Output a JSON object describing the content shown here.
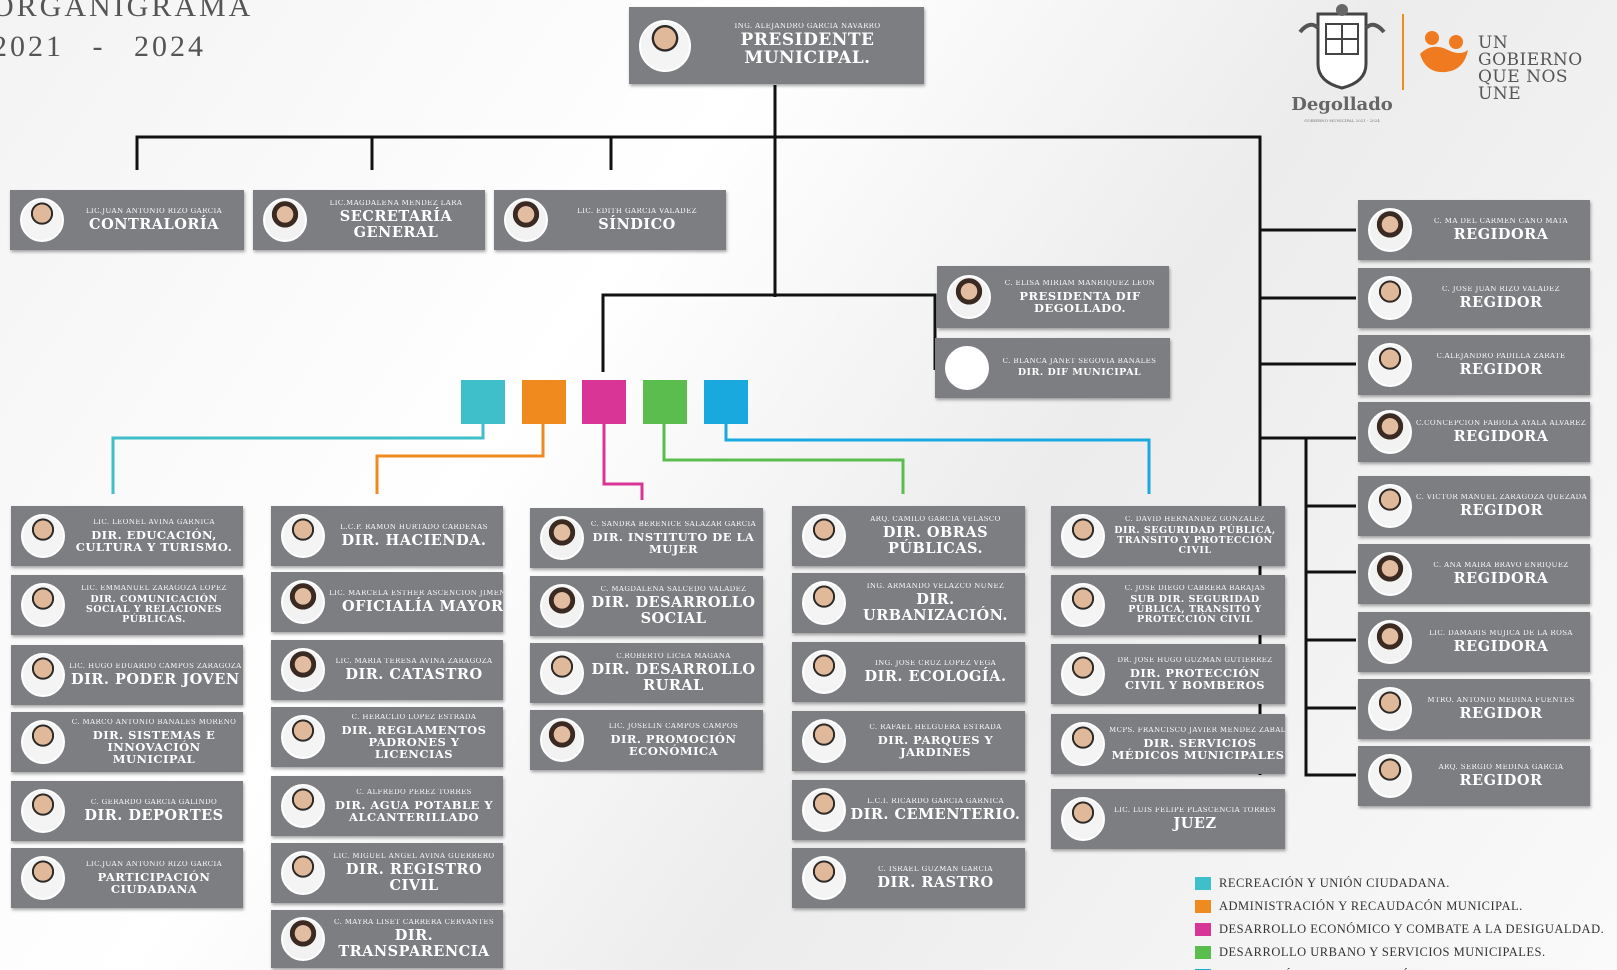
{
  "header": {
    "title": "ORGANIGRAMA",
    "years": "2021 - 2024"
  },
  "branding": {
    "municipality": "Degollado",
    "seal_subtext": "GOBIERNO MUNICIPAL 2021 - 2024",
    "slogan_line1": "UN GOBIERNO",
    "slogan_line2": "QUE NOS UNE"
  },
  "colors": {
    "card": "#7c7e82",
    "line": "#111111",
    "teal": "#3fbfc9",
    "orange": "#ef8a1f",
    "magenta": "#d93596",
    "green": "#5bbd4e",
    "blue": "#1aa9df"
  },
  "president": {
    "name": "ING. ALEJANDRO GARCÍA NAVARRO",
    "role": "PRESIDENTE MUNICIPAL."
  },
  "top_row": [
    {
      "name": "LIC.JUAN ANTONIO RIZO GARCIA",
      "role": "CONTRALORÍA"
    },
    {
      "name": "LIC.MAGDALENA MÉNDEZ LARA",
      "role": "SECRETARÍA GENERAL"
    },
    {
      "name": "LIC. EDITH GARCÍA VALADEZ",
      "role": "SÍNDICO"
    }
  ],
  "dif": [
    {
      "name": "C. ELISA MIRIAM MANRIQUEZ LEÓN",
      "role": "PRESIDENTA DIF DEGOLLADO."
    },
    {
      "name": "C. BLANCA JANET SEGOVIA BAÑALES",
      "role": "DIR. DIF MUNICIPAL"
    }
  ],
  "regidores": [
    {
      "name": "C. MA DEL CARMEN CANO MATA",
      "role": "REGIDORA"
    },
    {
      "name": "C. JOSÉ JUAN RIZO VALADEZ",
      "role": "REGIDOR"
    },
    {
      "name": "C.ALEJANDRO PADILLA ZÁRATE",
      "role": "REGIDOR"
    },
    {
      "name": "C.CONCEPCIÓN FABIOLA AYALA ÁLVAREZ",
      "role": "REGIDORA"
    },
    {
      "name": "C. VÍCTOR MANUEL ZARAGOZA QUEZADA",
      "role": "REGIDOR"
    },
    {
      "name": "C. ANA MAIRA BRAVO ENRIQUEZ",
      "role": "REGIDORA"
    },
    {
      "name": "LIC. DAMARIS MÚJICA DE LA ROSA",
      "role": "REGIDORA"
    },
    {
      "name": "MTRO. ANTONIO MEDINA FUENTES",
      "role": "REGIDOR"
    },
    {
      "name": "ARQ. SERGIO MEDINA GARCIA",
      "role": "REGIDOR"
    }
  ],
  "columns": [
    [
      {
        "name": "LIC. LEONEL AVIÑA GARNICA",
        "role": "DIR. EDUCACIÓN, CULTURA Y TURISMO."
      },
      {
        "name": "LIC. EMMANUEL ZARAGOZA LÓPEZ",
        "role": "DIR. COMUNICACIÓN SOCIAL Y RELACIONES PÚBLICAS."
      },
      {
        "name": "LIC. HUGO EDUARDO CAMPOS ZARAGOZA",
        "role": "DIR. PODER JOVEN"
      },
      {
        "name": "C. MARCO ANTONIO BAÑALES MORENO",
        "role": "DIR. SISTEMAS E INNOVACIÓN MUNICIPAL"
      },
      {
        "name": "C. GERARDO GARCÍA GALINDO",
        "role": "DIR. DEPORTES"
      },
      {
        "name": "LIC.JUAN ANTONIO RIZO GARCIA",
        "role": "PARTICIPACIÓN CIUDADANA"
      }
    ],
    [
      {
        "name": "L.C.P. RAMÓN HURTADO CÁRDENAS",
        "role": "DIR. HACIENDA."
      },
      {
        "name": "LIC. MARCELA ESTHER ASCENCIÓN JIMÉNEZ",
        "role": "OFICIALÍA MAYOR"
      },
      {
        "name": "LIC. MARÍA TERESA AVIÑA ZARAGOZA",
        "role": "DIR. CATASTRO"
      },
      {
        "name": "C. HERACLIO LÓPEZ ESTRADA",
        "role": "DIR. REGLAMENTOS PADRONES Y LICENCIAS"
      },
      {
        "name": "C. ALFREDO PÉREZ TORRES",
        "role": "DIR. AGUA POTABLE Y ALCANTERILLADO"
      },
      {
        "name": "LIC. MIGUEL ANGEL AVIÑA GUERRERO",
        "role": "DIR. REGISTRO CIVIL"
      },
      {
        "name": "C. MAYRA LISET CARRERA CERVANTES",
        "role": "DIR. TRANSPARENCIA"
      }
    ],
    [
      {
        "name": "C. SANDRA BERENICE SALAZAR GARCÍA",
        "role": "DIR. INSTITUTO DE LA MUJER"
      },
      {
        "name": "C. MAGDALENA SALCEDO VALADEZ",
        "role": "DIR. DESARROLLO SOCIAL"
      },
      {
        "name": "C.ROBERTO LICEA MAGAÑA",
        "role": "DIR. DESARROLLO RURAL"
      },
      {
        "name": "LIC. JOSELIN CAMPOS CAMPOS",
        "role": "DIR. PROMOCIÓN ECONÓMICA"
      }
    ],
    [
      {
        "name": "ARQ. CAMILO GARCÍA VELASCO",
        "role": "DIR. OBRAS PÚBLICAS."
      },
      {
        "name": "ING. ARMANDO VELAZCO NÚÑEZ",
        "role": "DIR. URBANIZACIÓN."
      },
      {
        "name": "ING. JOSÉ CRUZ LÓPEZ VEGA",
        "role": "DIR. ECOLOGÍA."
      },
      {
        "name": "C. RAFAEL HELGUERA ESTRADA",
        "role": "DIR. PARQUES Y JARDINES"
      },
      {
        "name": "L.C.I. RICARDO GARCÍA GARNICA",
        "role": "DIR. CEMENTERIO."
      },
      {
        "name": "C. ISRAEL GUZMAN GARCIA",
        "role": "DIR. RASTRO"
      }
    ],
    [
      {
        "name": "C. DAVID HERNÁNDEZ GONZALEZ",
        "role": "DIR. SEGURIDAD PÚBLICA, TRANSITO Y PROTECCIÓN CIVIL"
      },
      {
        "name": "C. JOSÉ DIEGO CABRERA BARAJAS",
        "role": "SUB DIR. SEGURIDAD PÚBLICA, TRANSITO Y PROTECCIÓN CIVIL"
      },
      {
        "name": "DR. JOSÉ HUGO GUZMÁN GUTIÉRREZ",
        "role": "DIR. PROTECCIÓN CIVIL Y BOMBEROS"
      },
      {
        "name": "MCPS. FRANCISCO JAVIER MÉNDEZ ZABALA",
        "role": "DIR. SERVICIOS MÉDICOS MUNICIPALES."
      },
      {
        "name": "LIC. LUIS FELIPE PLASCENCIA TORRES",
        "role": "JUEZ"
      }
    ]
  ],
  "legend": [
    {
      "label": "RECREACIÓN Y UNIÓN CIUDADANA.",
      "color": "#3fbfc9"
    },
    {
      "label": "ADMINISTRACIÓN Y RECAUDACÓN MUNICIPAL.",
      "color": "#ef8a1f"
    },
    {
      "label": "DESARROLLO ECONÓMICO Y COMBATE A LA DESIGUALDAD.",
      "color": "#d93596"
    },
    {
      "label": "DESARROLLO URBANO Y SERVICIOS MUNICIPALES.",
      "color": "#5bbd4e"
    },
    {
      "label": "PROTECCIÓN Y SERVICIOS MÉDICOS MUNICIPALES.",
      "color": "#1aa9df"
    }
  ]
}
